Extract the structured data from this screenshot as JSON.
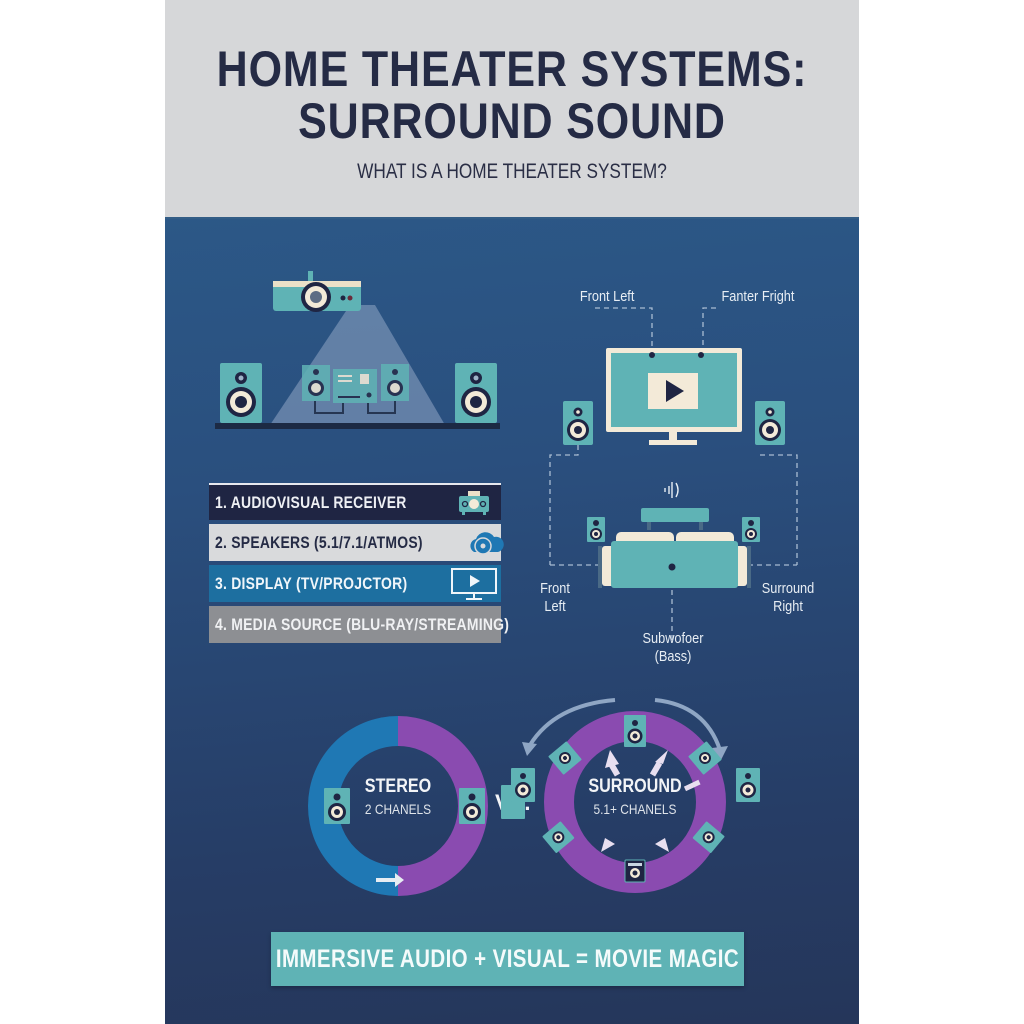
{
  "header": {
    "title_line1": "HOME THEATER SYSTEMS:",
    "title_line2": "SURROUND SOUND",
    "subtitle": "WHAT IS A HOME THEATER SYSTEM?"
  },
  "speaker_layout": {
    "labels": {
      "front_left_top": "Front Left",
      "front_right_top": "Fanter Fright",
      "front_left_side_line1": "Front",
      "front_left_side_line2": "Left",
      "surround_right_line1": "Surround",
      "surround_right_line2": "Right",
      "subwoofer_line1": "Subwofoer",
      "subwoofer_line2": "(Bass)"
    }
  },
  "components": [
    {
      "label": "1.  AUDIOVISUAL RECEIVER",
      "icon": "receiver-icon"
    },
    {
      "label": "2. SPEAKERS (5.1/7.1/ATMOS)",
      "icon": "cloud-disc-icon"
    },
    {
      "label": "3. DISPLAY (TV/PROJCTOR)",
      "icon": "monitor-play-icon"
    },
    {
      "label": "4. MEDIA SOURCE (BLU-RAY/STREAMING)",
      "icon": null
    }
  ],
  "comparison": {
    "stereo": {
      "title": "STEREO",
      "subtitle": "2 CHANELS"
    },
    "vs": "VS.",
    "surround": {
      "title": "SURROUND",
      "subtitle": "5.1+ CHANELS"
    }
  },
  "colors": {
    "teal": "#5fb3b5",
    "navy": "#1f2543",
    "purple": "#8a4bb0",
    "blue": "#1f78b4",
    "cream": "#f3ead8"
  },
  "footer": {
    "motto": "IMMERSIVE AUDIO + VISUAL = MOVIE MAGIC"
  }
}
